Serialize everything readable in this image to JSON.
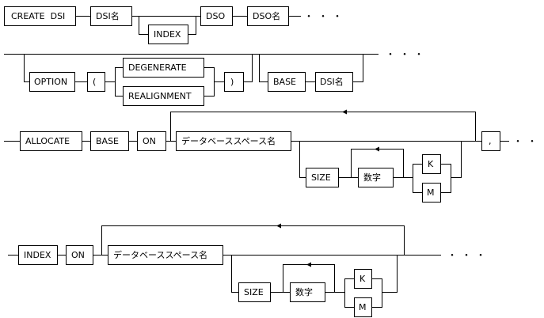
{
  "diagram": {
    "type": "syntax-railroad",
    "continuation_marker": "・・・",
    "rows": [
      {
        "id": "row1",
        "items": {
          "create_dsi": "CREATE  DSI",
          "dsi_name": "DSI名",
          "index_optional": "INDEX",
          "dso": "DSO",
          "dso_name": "DSO名"
        }
      },
      {
        "id": "row2",
        "items": {
          "option": "OPTION",
          "open_paren": "(",
          "degenerate": "DEGENERATE",
          "realignment": "REALIGNMENT",
          "close_paren": ")",
          "base": "BASE",
          "dsi_name": "DSI名"
        }
      },
      {
        "id": "row3",
        "items": {
          "allocate": "ALLOCATE",
          "base": "BASE",
          "on": "ON",
          "dbspace_name": "データベーススペース名",
          "size": "SIZE",
          "number": "数字",
          "k": "K",
          "m": "M",
          "comma": ","
        }
      },
      {
        "id": "row4",
        "items": {
          "index": "INDEX",
          "on": "ON",
          "dbspace_name": "データベーススペース名",
          "size": "SIZE",
          "number": "数字",
          "k": "K",
          "m": "M"
        }
      }
    ]
  }
}
